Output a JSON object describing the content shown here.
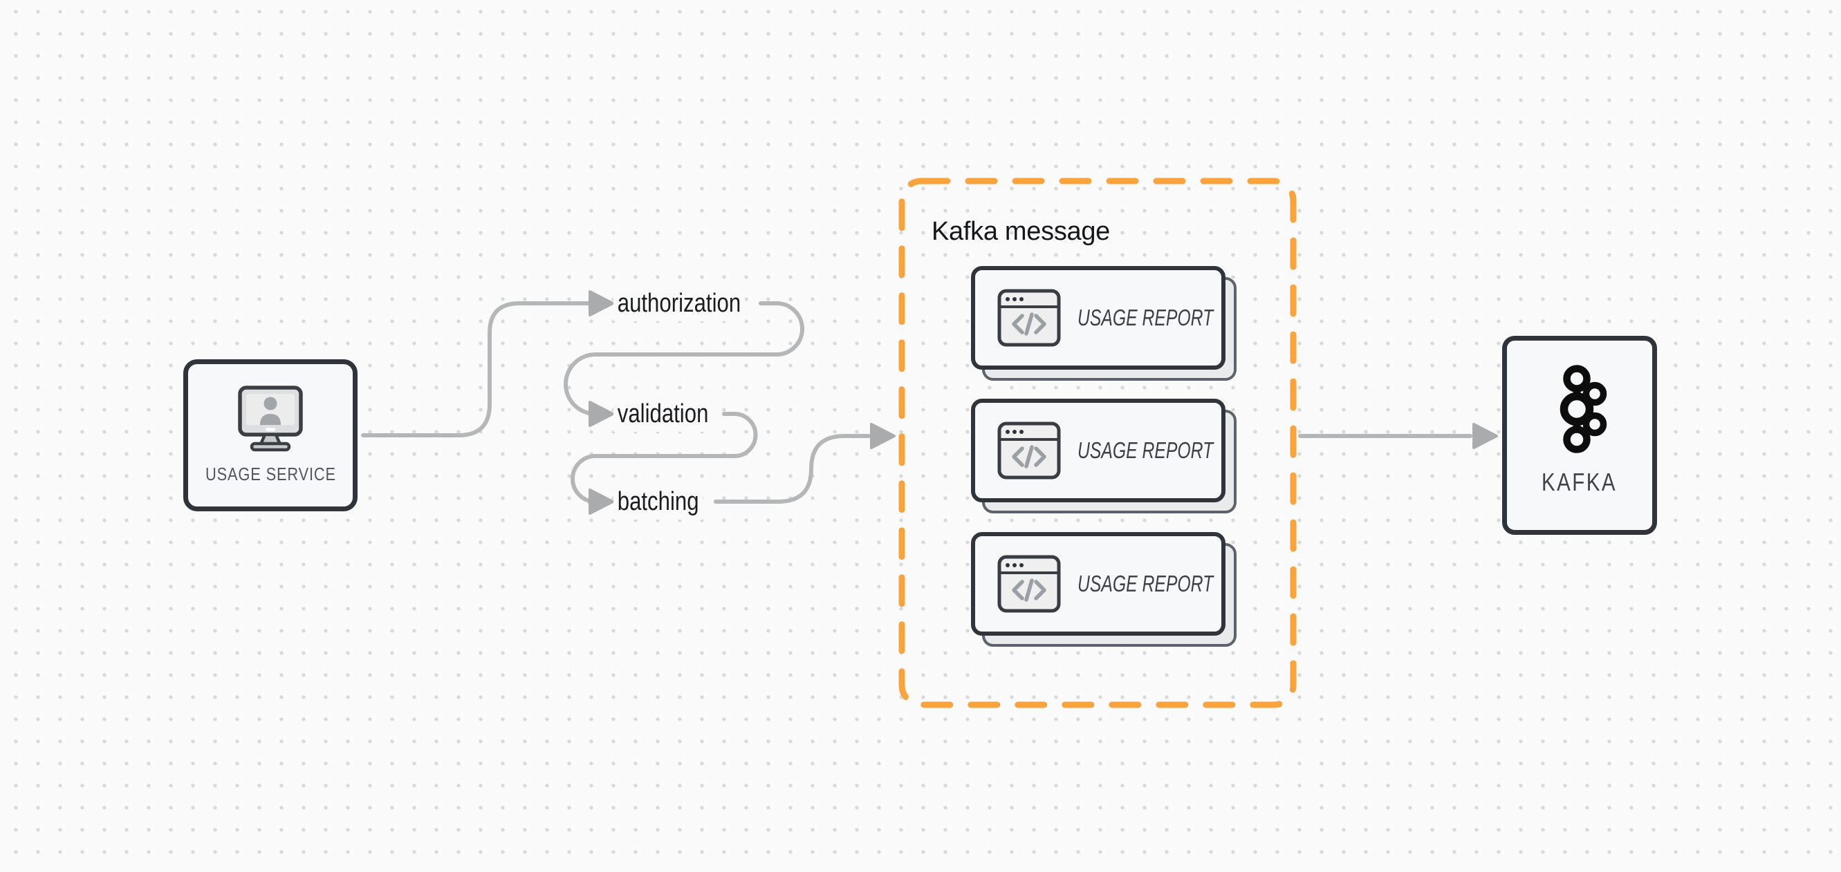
{
  "diagram": {
    "background": "#fafafa",
    "dot_color": "#d7d8d9",
    "line_color": "#b5b6b7",
    "arrowhead_color": "#aaabac",
    "node_border_color": "#2f343a",
    "node_fill_color": "#f7f8f9",
    "accent_orange": "#f8a33b"
  },
  "source_node": {
    "label": "USAGE SERVICE",
    "icon": "monitor-user-icon"
  },
  "pipeline": {
    "steps": [
      {
        "label": "authorization"
      },
      {
        "label": "validation"
      },
      {
        "label": "batching"
      }
    ]
  },
  "kafka_message_group": {
    "title": "Kafka message",
    "border_style": "dashed",
    "border_color": "#f8a33b",
    "cards": [
      {
        "label": "USAGE REPORT",
        "icon": "code-window-icon"
      },
      {
        "label": "USAGE REPORT",
        "icon": "code-window-icon"
      },
      {
        "label": "USAGE REPORT",
        "icon": "code-window-icon"
      }
    ]
  },
  "sink_node": {
    "label": "KAFKA",
    "icon": "kafka-logo-icon"
  }
}
